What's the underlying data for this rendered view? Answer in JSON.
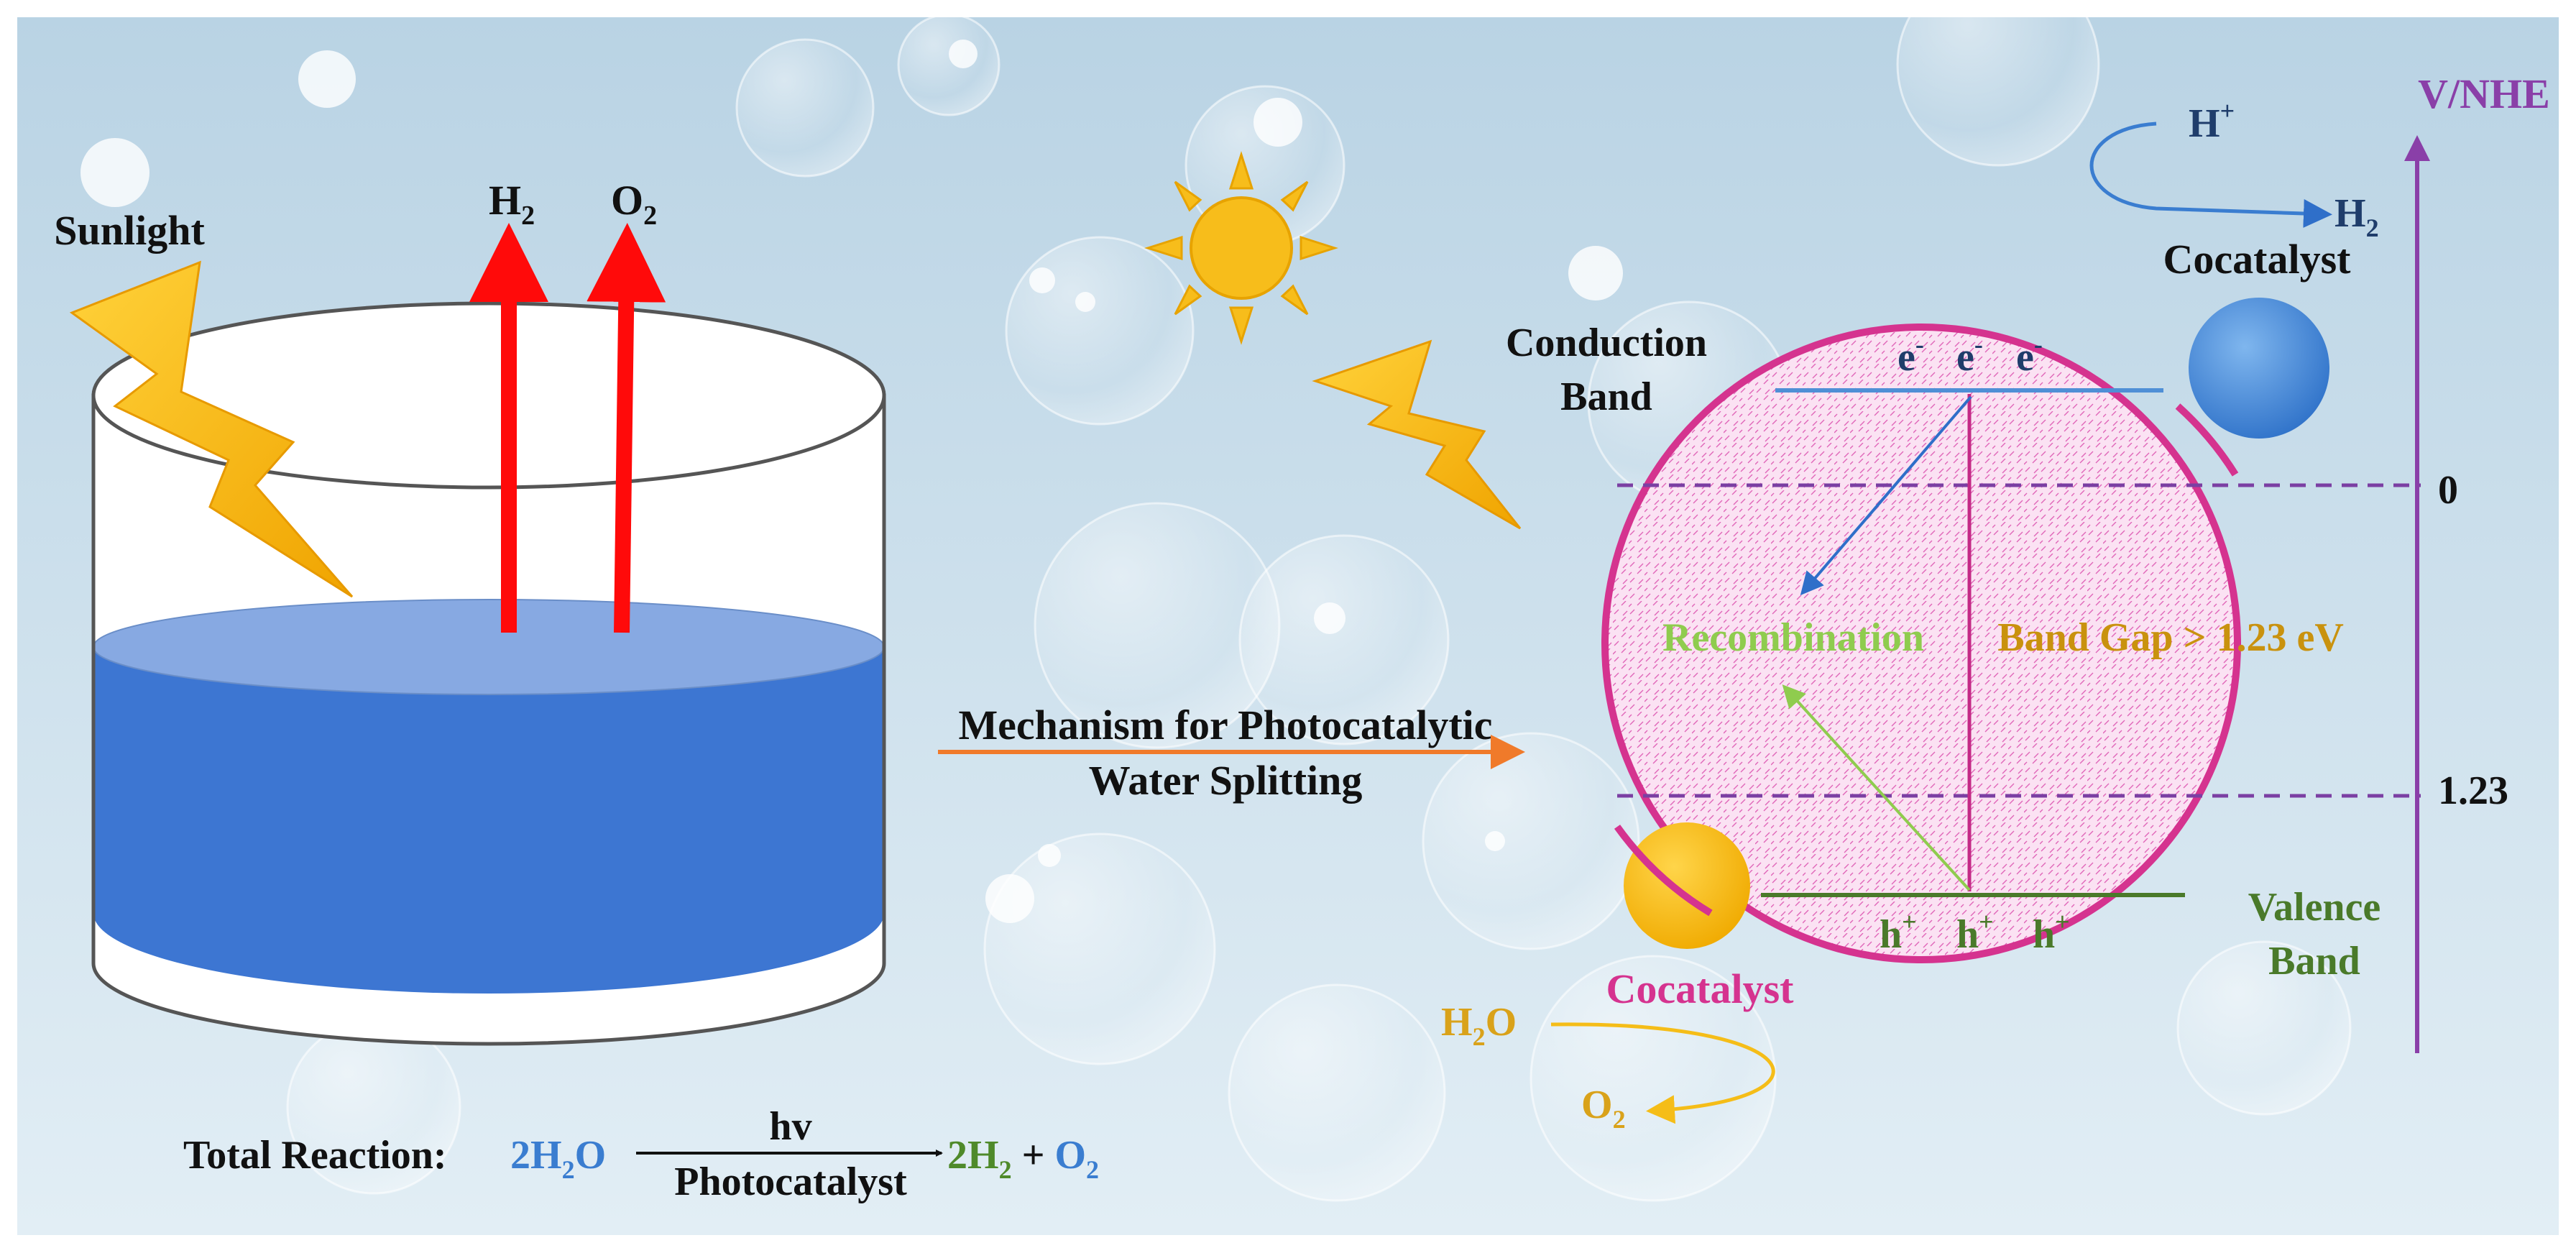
{
  "colors": {
    "background_top": "#b9d3e4",
    "background_bottom": "#e2eef5",
    "water": "#3d76d2",
    "water_surface": "#87a9e2",
    "arrow_red": "#ff0a0a",
    "bolt": "#f5b41a",
    "sun": "#f7bd1b",
    "particle_border": "#d5338f",
    "particle_fill": "#f9d8f0",
    "band_blue": "#4f8fd6",
    "valence_green": "#4a7a2a",
    "recombination_green": "#8fcc4e",
    "band_gap_gold": "#c9920e",
    "axis_purple": "#8a3fa8",
    "cocatalyst_magenta": "#d5338f",
    "cocatalyst_blue": "#4a8fd8",
    "cocatalyst_gold": "#f5bd18",
    "h2o_gold": "#d9a21a",
    "mechanism_arrow": "#f07a2a",
    "text_dark": "#111111",
    "text_navy": "#1f3d6b",
    "reaction_blue": "#3a7dd0",
    "reaction_green": "#4f8a2a"
  },
  "labels": {
    "sunlight": "Sunlight",
    "h2_main": "H",
    "h2_main_sub": "2",
    "o2_main": "O",
    "o2_main_sub": "2",
    "mechanism_line1": "Mechanism for Photocatalytic",
    "mechanism_line2": "Water Splitting",
    "conduction_line1": "Conduction",
    "conduction_line2": "Band",
    "electron": "e",
    "electron_sup": "-",
    "hole": "h",
    "hole_sup": "+",
    "recombination": "Recombination",
    "band_gap": "Band Gap > 1.23 eV",
    "valence_line1": "Valence",
    "valence_line2": "Band",
    "cocatalyst_top": "Cocatalyst",
    "cocatalyst_bottom": "Cocatalyst",
    "h_plus": "H",
    "h_plus_sup": "+",
    "h2_product": "H",
    "h2_product_sub": "2",
    "h2o": "H",
    "h2o_sub": "2",
    "h2o_end": "O",
    "o2_product": "O",
    "o2_product_sub": "2",
    "axis_title": "V/NHE",
    "axis_zero": "0",
    "axis_123": "1.23"
  },
  "reaction": {
    "prefix": "Total Reaction: ",
    "reactant_coef": "2H",
    "reactant_sub": "2",
    "reactant_end": "O",
    "above_arrow": "hv",
    "below_arrow": "Photocatalyst",
    "product1_coef": "2H",
    "product1_sub": "2",
    "plus": " + ",
    "product2": "O",
    "product2_sub": "2"
  }
}
